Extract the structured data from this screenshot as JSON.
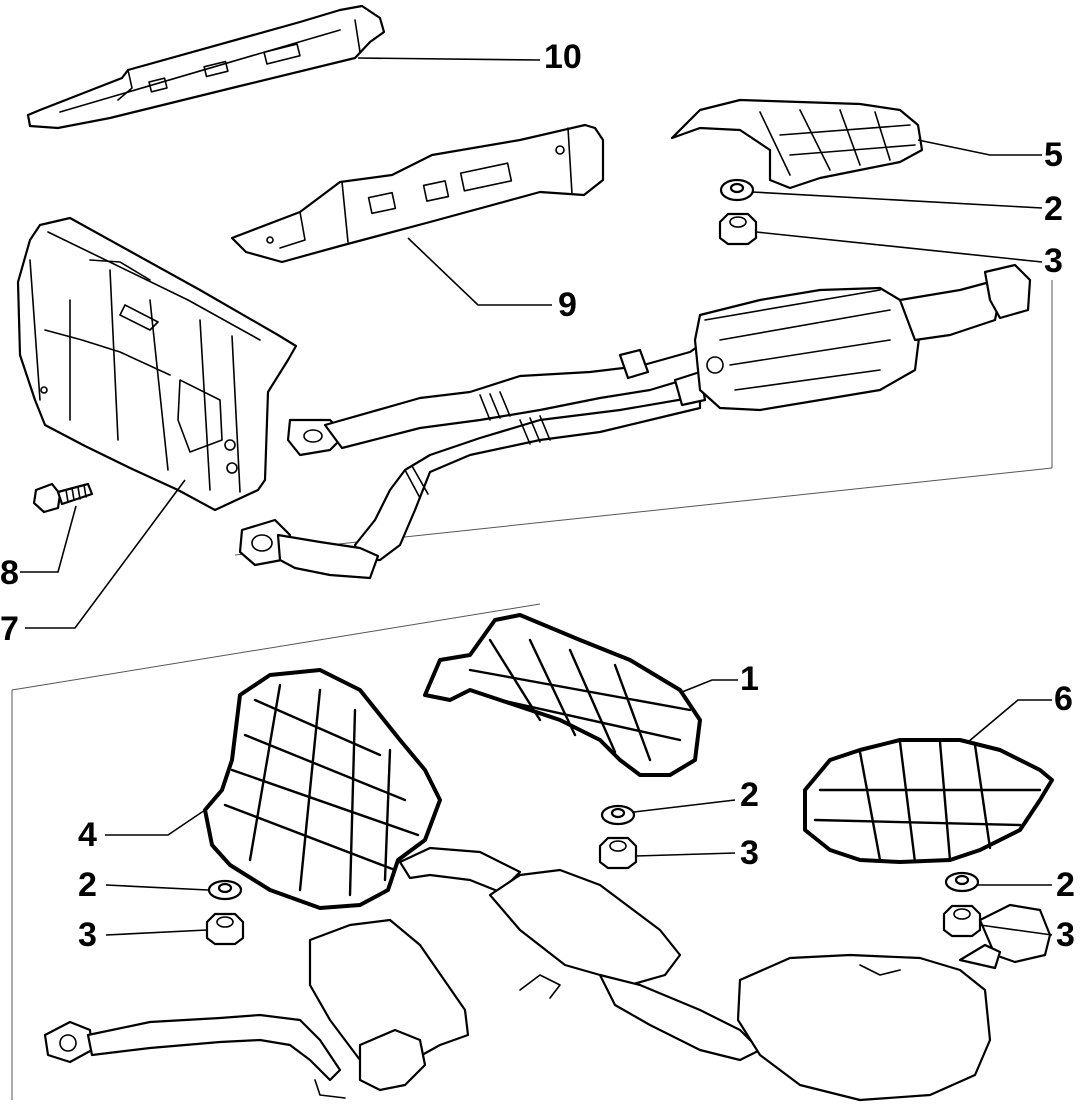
{
  "callouts": {
    "c10": "10",
    "c5": "5",
    "c2a": "2",
    "c3a": "3",
    "c9": "9",
    "c8": "8",
    "c7": "7",
    "c1": "1",
    "c6": "6",
    "c4": "4",
    "c2b": "2",
    "c3b": "3",
    "c2c": "2",
    "c3c": "3",
    "c2d": "2",
    "c3d": "3"
  }
}
